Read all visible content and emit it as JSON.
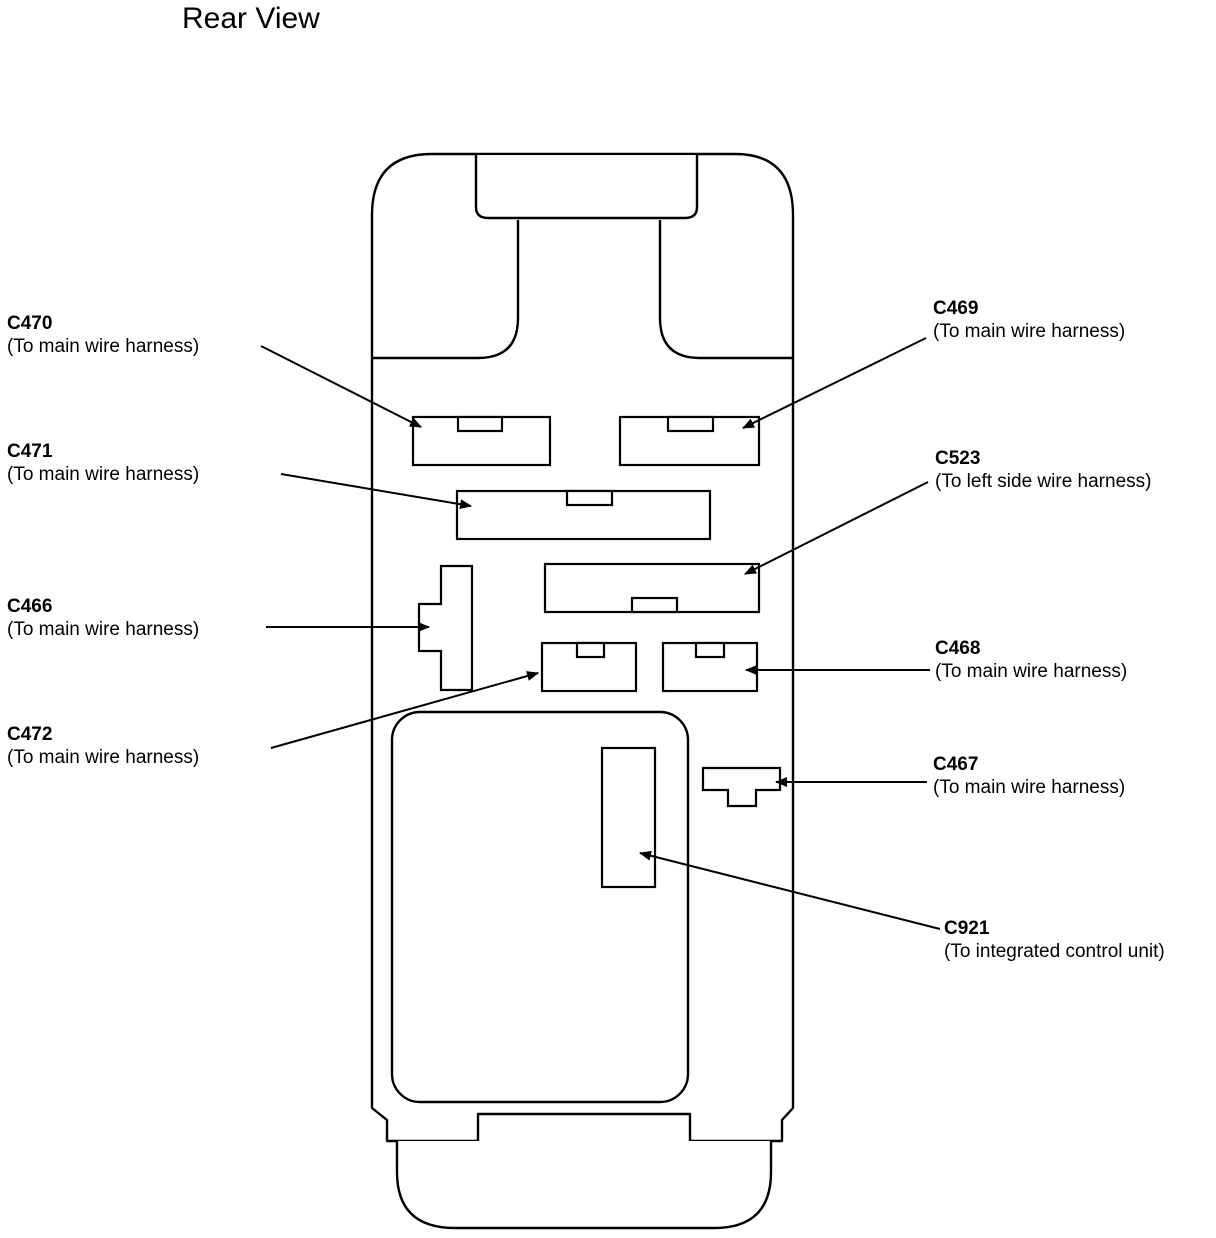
{
  "title": "Rear View",
  "connectors": [
    {
      "id": "c470",
      "code": "C470",
      "desc": "(To main wire harness)"
    },
    {
      "id": "c469",
      "code": "C469",
      "desc": "(To main wire harness)"
    },
    {
      "id": "c471",
      "code": "C471",
      "desc": "(To main wire harness)"
    },
    {
      "id": "c523",
      "code": "C523",
      "desc": "(To left side wire harness)"
    },
    {
      "id": "c466",
      "code": "C466",
      "desc": "(To main wire harness)"
    },
    {
      "id": "c468",
      "code": "C468",
      "desc": "(To main wire harness)"
    },
    {
      "id": "c472",
      "code": "C472",
      "desc": "(To main wire harness)"
    },
    {
      "id": "c467",
      "code": "C467",
      "desc": "(To main wire harness)"
    },
    {
      "id": "c921",
      "code": "C921",
      "desc": "(To integrated control unit)"
    }
  ]
}
